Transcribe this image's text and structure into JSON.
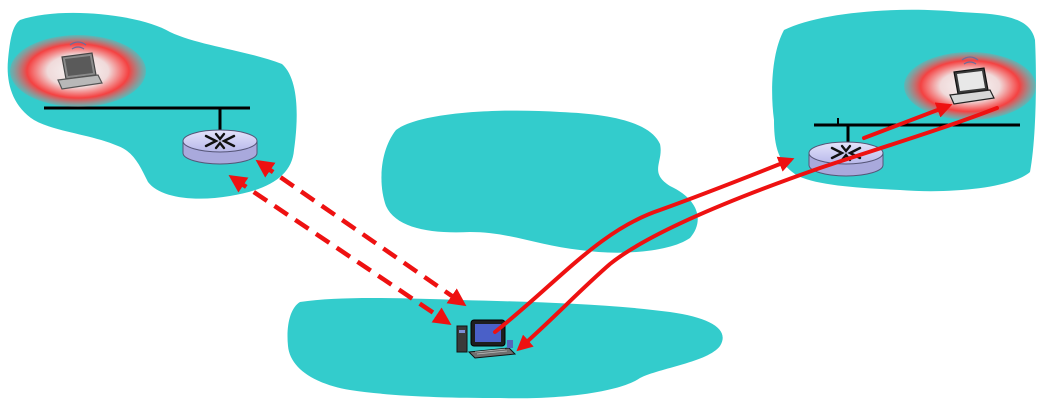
{
  "colors": {
    "network_cloud": "#33cccc",
    "arrow": "#ee1111",
    "lan_bus": "#000000",
    "router_body": "#c9c9f0",
    "router_edge": "#555577",
    "halo_glow": "#ff2b2b",
    "halo_center": "#f2f2f2"
  },
  "icons": {
    "home_router": "router-icon",
    "visited_router": "router-icon",
    "home_laptop": "wireless-laptop-icon",
    "visited_laptop": "wireless-laptop-icon",
    "correspondent": "desktop-computer-icon"
  },
  "arrows": {
    "home_exchange": {
      "style": "dashed",
      "direction": "bidirectional"
    },
    "direct_route": {
      "style": "solid",
      "direction": "bidirectional"
    }
  }
}
